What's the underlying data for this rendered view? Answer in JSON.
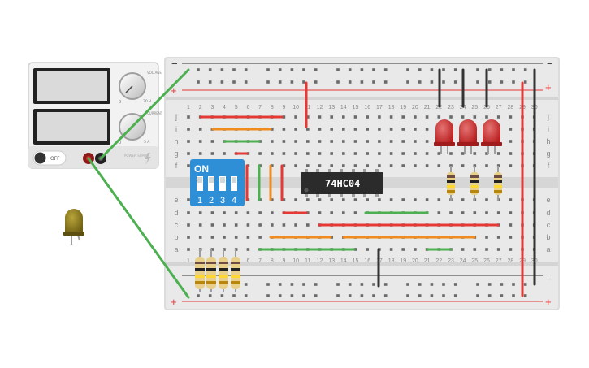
{
  "breadboard": {
    "rail_minus": "−",
    "rail_plus": "+",
    "column_numbers": [
      "1",
      "2",
      "3",
      "4",
      "5",
      "6",
      "7",
      "8",
      "9",
      "10",
      "11",
      "12",
      "13",
      "14",
      "15",
      "16",
      "17",
      "18",
      "19",
      "20",
      "21",
      "22",
      "23",
      "24",
      "25",
      "26",
      "27",
      "28",
      "29",
      "30"
    ],
    "top_row_letters": [
      "j",
      "i",
      "h",
      "g",
      "f"
    ],
    "bottom_row_letters": [
      "e",
      "d",
      "c",
      "b",
      "a"
    ]
  },
  "power_supply": {
    "switch_label": "OFF",
    "brand_label": "POWER SUPPLY",
    "voltage_knob_label": "VOLTAGE",
    "current_knob_label": "CURRENT",
    "voltage_min": "0",
    "voltage_max": "30 V",
    "current_min": "0",
    "current_max": "5 A"
  },
  "dip_switch": {
    "on_label": "ON",
    "switch_numbers": [
      "1",
      "2",
      "3",
      "4"
    ]
  },
  "ic_chip": {
    "label": "74HC04"
  },
  "colors": {
    "board": "#e6e6e6",
    "wire_green": "#4caf50",
    "wire_red": "#e53935",
    "wire_orange": "#f08c1e",
    "wire_black": "#333333",
    "led_red": "#c62828",
    "led_yellow": "#8b7a1a",
    "dip_blue": "#2f8fd6"
  }
}
